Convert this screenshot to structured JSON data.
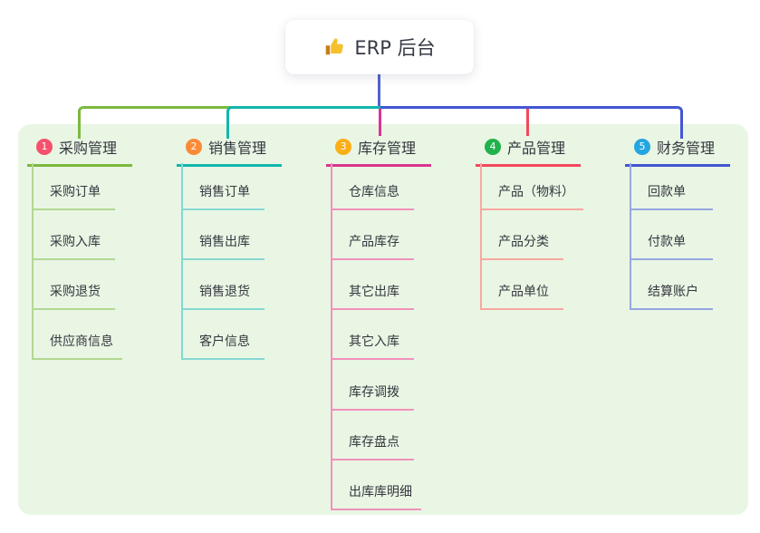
{
  "root": {
    "icon": "thumbs-up-icon",
    "label": "ERP 后台"
  },
  "colors": {
    "panel_background": "#e9f6e4",
    "root_connector": "#5263cc",
    "text": "#34373e"
  },
  "branches": [
    {
      "index": "1",
      "label": "采购管理",
      "line_color": "#7cb93e",
      "child_line_color": "#b2d893",
      "badge_color": "#f4516c",
      "children": [
        "采购订单",
        "采购入库",
        "采购退货",
        "供应商信息"
      ]
    },
    {
      "index": "2",
      "label": "销售管理",
      "line_color": "#10b6ac",
      "child_line_color": "#86d8d1",
      "badge_color": "#fb8a38",
      "children": [
        "销售订单",
        "销售出库",
        "销售退货",
        "客户信息"
      ]
    },
    {
      "index": "3",
      "label": "库存管理",
      "line_color": "#d93590",
      "child_line_color": "#f291bd",
      "badge_color": "#fbae17",
      "children": [
        "仓库信息",
        "产品库存",
        "其它出库",
        "其它入库",
        "库存调拨",
        "库存盘点",
        "出库库明细"
      ]
    },
    {
      "index": "4",
      "label": "产品管理",
      "line_color": "#f4475c",
      "child_line_color": "#f8a8a0",
      "badge_color": "#21b24c",
      "children": [
        "产品（物料）",
        "产品分类",
        "产品单位"
      ]
    },
    {
      "index": "5",
      "label": "财务管理",
      "line_color": "#4356d2",
      "child_line_color": "#97a7e2",
      "badge_color": "#23a5e0",
      "children": [
        "回款单",
        "付款单",
        "结算账户"
      ]
    }
  ]
}
